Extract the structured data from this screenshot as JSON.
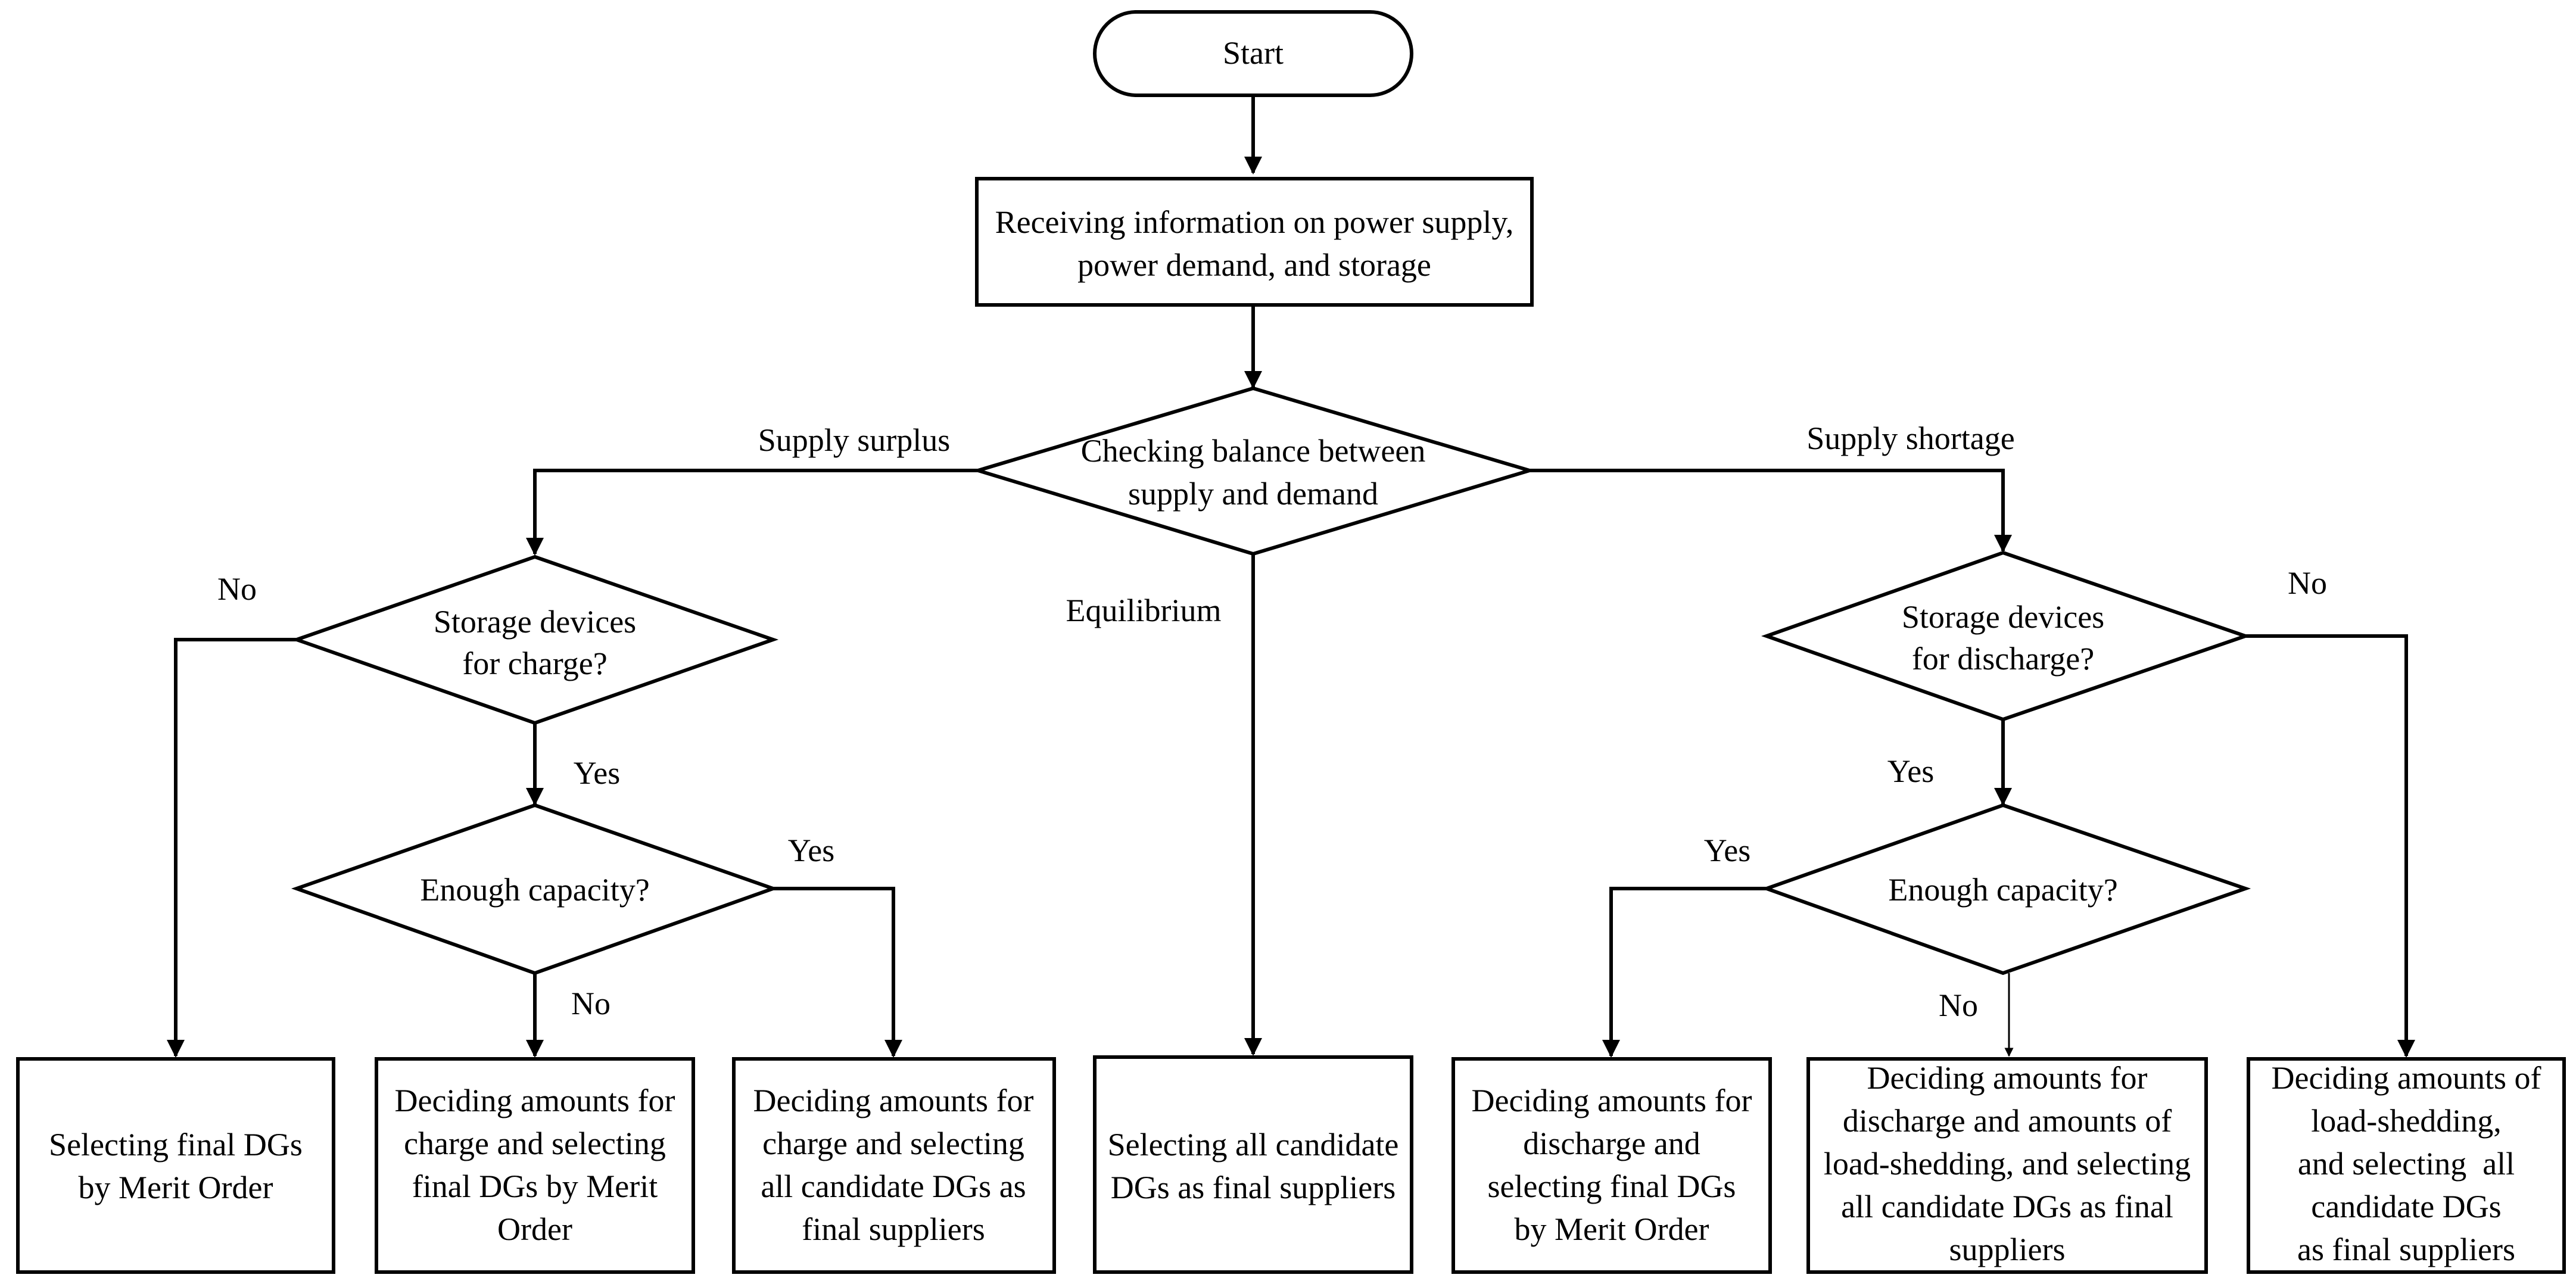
{
  "nodes": {
    "start": [
      "Start"
    ],
    "receive": [
      "Receiving information on power supply,",
      "power demand, and storage"
    ],
    "balance": [
      "Checking balance between",
      "supply and demand"
    ],
    "storage_charge": [
      "Storage devices",
      "for charge?"
    ],
    "capacity_left": [
      "Enough capacity?"
    ],
    "storage_discharge": [
      "Storage devices",
      "for discharge?"
    ],
    "capacity_right": [
      "Enough capacity?"
    ],
    "out_merit": [
      "Selecting final DGs",
      "by Merit Order"
    ],
    "out_charge_merit": [
      "Deciding amounts for",
      "charge and selecting",
      "final DGs by Merit",
      "Order"
    ],
    "out_charge_all": [
      "Deciding amounts for",
      "charge and selecting",
      "all candidate DGs as",
      "final suppliers"
    ],
    "out_all": [
      "Selecting all candidate",
      "DGs as final suppliers"
    ],
    "out_discharge_merit": [
      "Deciding amounts for",
      "discharge and",
      "selecting final DGs",
      "by Merit Order"
    ],
    "out_discharge_shed": [
      "Deciding amounts for",
      "discharge and amounts of",
      "load-shedding, and selecting",
      "all candidate DGs as final",
      "suppliers"
    ],
    "out_shed": [
      "Deciding amounts of",
      "load-shedding,",
      "and selecting  all",
      "candidate DGs",
      "as final suppliers"
    ]
  },
  "edge_labels": {
    "supply_surplus": "Supply surplus",
    "supply_shortage": "Supply shortage",
    "equilibrium": "Equilibrium",
    "no_left": "No",
    "yes_left_1": "Yes",
    "yes_left_2": "Yes",
    "no_left_2": "No",
    "no_right": "No",
    "yes_right_1": "Yes",
    "yes_right_2": "Yes",
    "no_right_2": "No"
  }
}
